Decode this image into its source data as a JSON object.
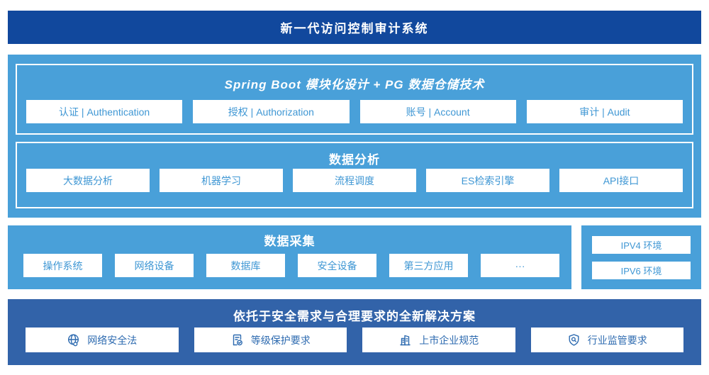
{
  "banner": {
    "title": "新一代访问控制审计系统"
  },
  "modules": {
    "title": "Spring Boot 模块化设计 + PG 数据仓储技术",
    "items": [
      "认证 | Authentication",
      "授权 | Authorization",
      "账号 | Account",
      "审计 | Audit"
    ]
  },
  "analysis": {
    "title": "数据分析",
    "items": [
      "大数据分析",
      "机器学习",
      "流程调度",
      "ES检索引擎",
      "API接口"
    ]
  },
  "collection": {
    "title": "数据采集",
    "items": [
      "操作系统",
      "网络设备",
      "数据库",
      "安全设备",
      "第三方应用",
      "···"
    ]
  },
  "environment": {
    "items": [
      "IPV4 环境",
      "IPV6 环境"
    ]
  },
  "solution": {
    "title": "依托于安全需求与合理要求的全新解决方案",
    "items": [
      {
        "icon": "globe-icon",
        "label": "网络安全法"
      },
      {
        "icon": "document-check-icon",
        "label": "等级保护要求"
      },
      {
        "icon": "buildings-icon",
        "label": "上市企业规范"
      },
      {
        "icon": "shield-search-icon",
        "label": "行业监管要求"
      }
    ]
  },
  "colors": {
    "dark_blue": "#11489d",
    "sky_blue": "#49a0d9",
    "solution_blue": "#3263a9",
    "box_text_sky": "#3f97d4",
    "box_text_solution": "#2e6bb0",
    "box_bg": "#ffffff"
  }
}
